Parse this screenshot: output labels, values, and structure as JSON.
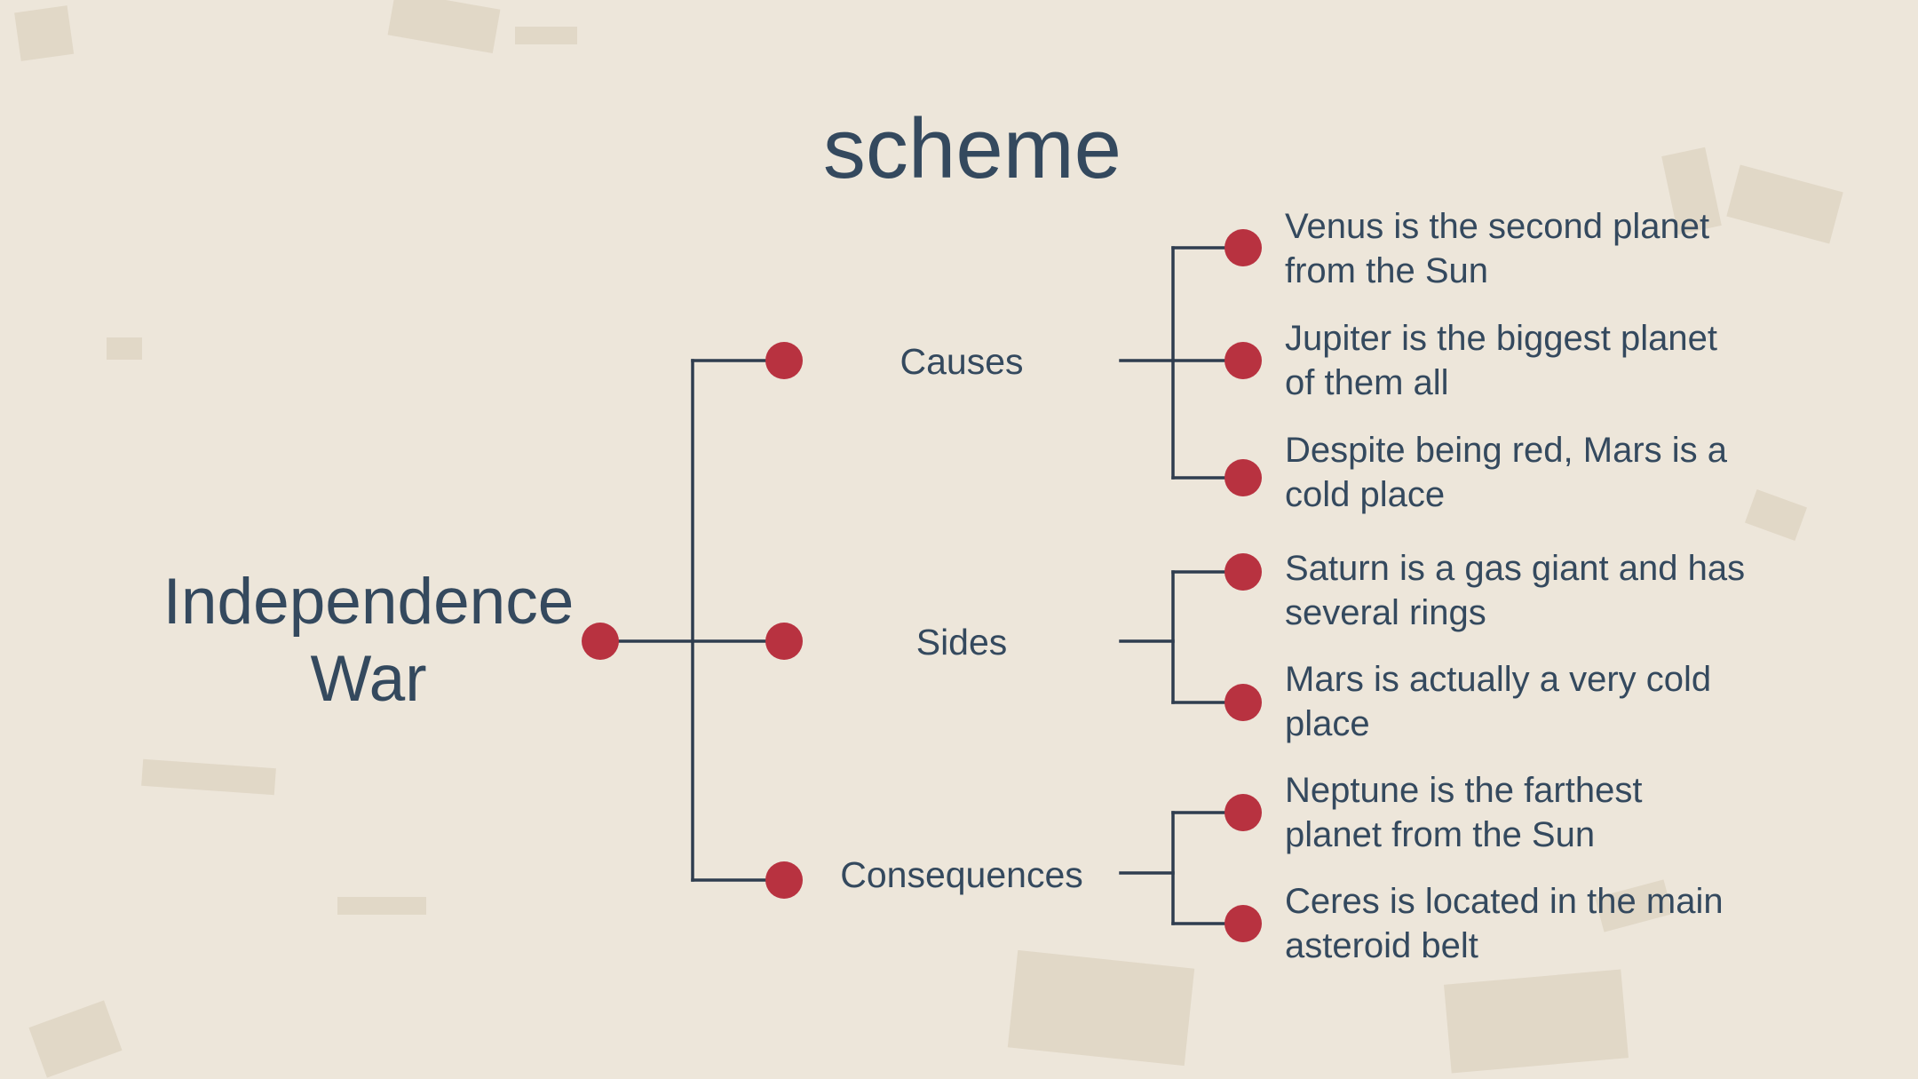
{
  "title": "scheme",
  "root": "Independence War",
  "colors": {
    "background": "#ede6da",
    "dot": "#b83240",
    "text": "#34495e",
    "line": "#2f3d4f"
  },
  "branches": [
    {
      "label": "Causes",
      "leaves": [
        "Venus is the second planet from the Sun",
        "Jupiter is the biggest planet of them all",
        "Despite being red, Mars is a cold place"
      ]
    },
    {
      "label": "Sides",
      "leaves": [
        "Saturn is a gas giant and has several rings",
        "Mars is actually a very cold place"
      ]
    },
    {
      "label": "Consequences",
      "leaves": [
        "Neptune is the farthest planet from the Sun",
        "Ceres is located in the main asteroid belt"
      ]
    }
  ]
}
